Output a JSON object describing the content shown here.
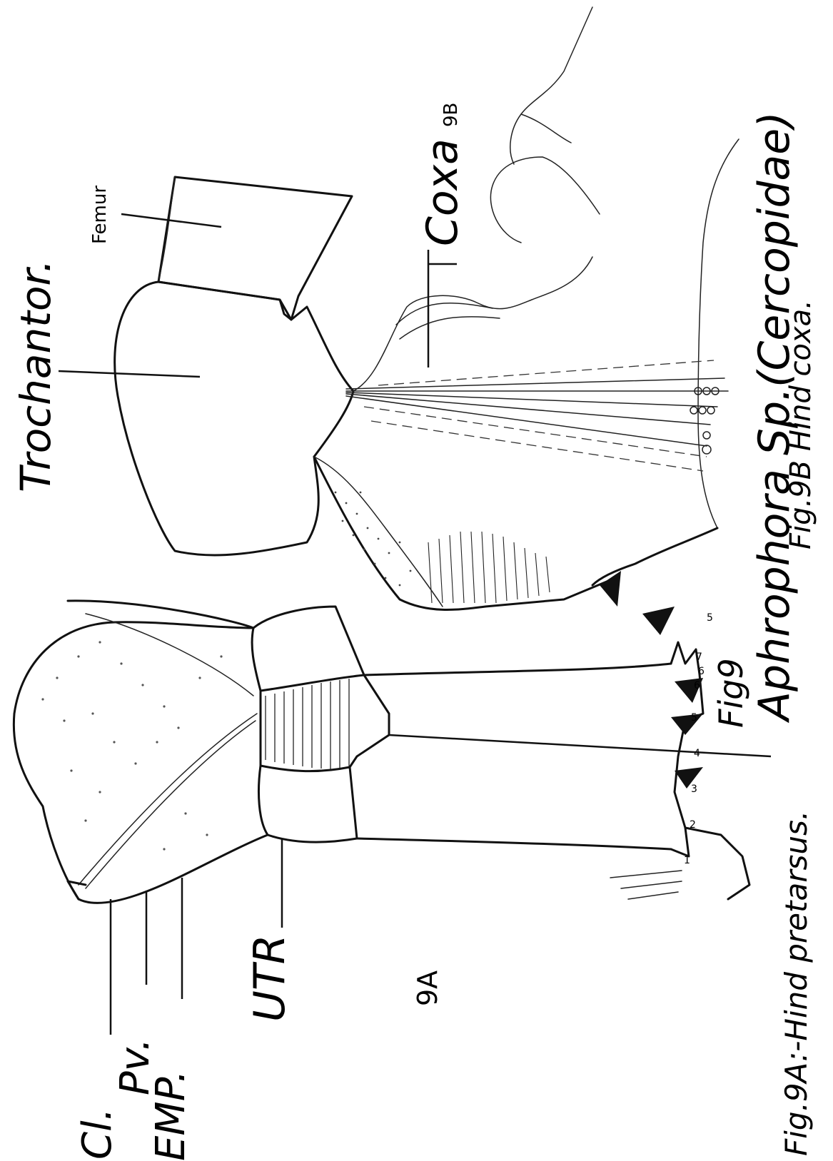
{
  "labels": {
    "trochantor": "Trochantor.",
    "femur": "Femur",
    "coxa": "Coxa",
    "coxa_fig": "9B",
    "cl": "Cl.",
    "pv": "Pv.",
    "emp": "EMP.",
    "utr": "UTR",
    "fig_9a_panel": "9A",
    "teeth_9": "Fig9",
    "num_1": "1",
    "num_2": "2",
    "num_3": "3",
    "num_4": "4",
    "num_5": "5",
    "num_6": "6",
    "num_7": "7",
    "num_5b": "5",
    "num_6b": "6"
  },
  "captions": {
    "species": "Aphrophora Sp.(Cercopidae)",
    "fig_9b": "Fig.9B Hind coxa.",
    "fig_9a": "Fig.9A:-Hind pretarsus."
  }
}
